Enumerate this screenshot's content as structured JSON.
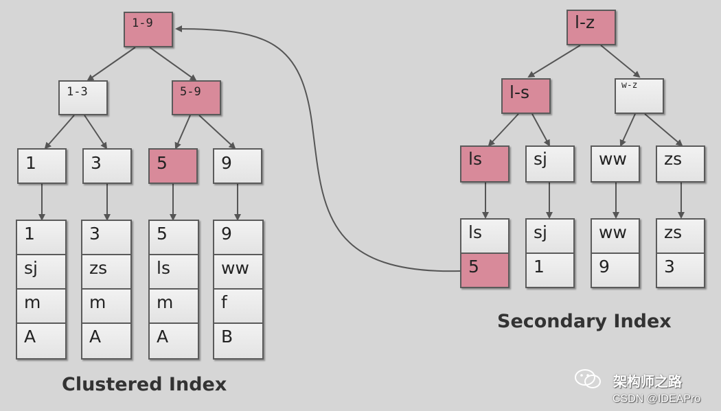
{
  "clustered_index": {
    "caption": "Clustered Index",
    "root": {
      "label": "1-9"
    },
    "internal": [
      {
        "label": "1-3"
      },
      {
        "label": "5-9"
      }
    ],
    "leaves": [
      {
        "key": "1",
        "row": [
          "1",
          "sj",
          "m",
          "A"
        ]
      },
      {
        "key": "3",
        "row": [
          "3",
          "zs",
          "m",
          "A"
        ]
      },
      {
        "key": "5",
        "row": [
          "5",
          "ls",
          "m",
          "A"
        ]
      },
      {
        "key": "9",
        "row": [
          "9",
          "ww",
          "f",
          "B"
        ]
      }
    ]
  },
  "secondary_index": {
    "caption": "Secondary Index",
    "root": {
      "label": "l-z"
    },
    "internal": [
      {
        "label": "l-s"
      },
      {
        "label": "w-z"
      }
    ],
    "leaves": [
      {
        "key": "ls",
        "entry": [
          "ls",
          "5"
        ]
      },
      {
        "key": "sj",
        "entry": [
          "sj",
          "1"
        ]
      },
      {
        "key": "ww",
        "entry": [
          "ww",
          "9"
        ]
      },
      {
        "key": "zs",
        "entry": [
          "zs",
          "3"
        ]
      }
    ]
  },
  "highlight_color": "#d88a9a",
  "node_color": "#eeeeee",
  "watermark": {
    "icon": "wechat-icon",
    "account": "架构师之路",
    "source": "CSDN @IDEAPro"
  }
}
